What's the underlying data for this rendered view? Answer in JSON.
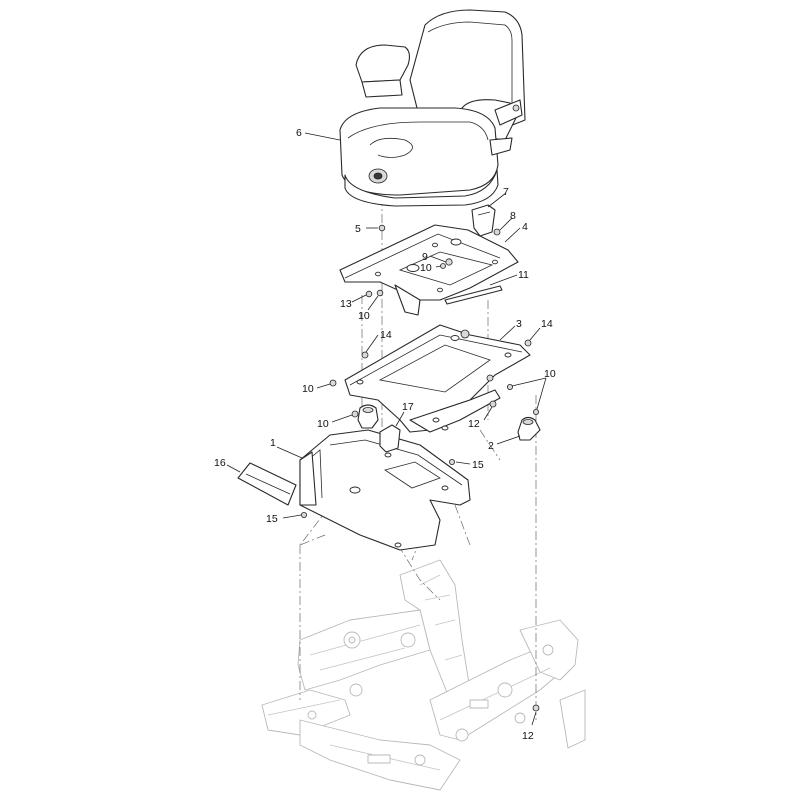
{
  "callouts": [
    {
      "id": "c6",
      "text": "6"
    },
    {
      "id": "c7",
      "text": "7"
    },
    {
      "id": "c8",
      "text": "8"
    },
    {
      "id": "c4",
      "text": "4"
    },
    {
      "id": "c5",
      "text": "5"
    },
    {
      "id": "c9",
      "text": "9"
    },
    {
      "id": "c10a",
      "text": "10"
    },
    {
      "id": "c11",
      "text": "11"
    },
    {
      "id": "c13",
      "text": "13"
    },
    {
      "id": "c10b",
      "text": "10"
    },
    {
      "id": "c3",
      "text": "3"
    },
    {
      "id": "c14a",
      "text": "14"
    },
    {
      "id": "c14b",
      "text": "14"
    },
    {
      "id": "c10c",
      "text": "10"
    },
    {
      "id": "c10d",
      "text": "10"
    },
    {
      "id": "c10e",
      "text": "10"
    },
    {
      "id": "c17",
      "text": "17"
    },
    {
      "id": "c12a",
      "text": "12"
    },
    {
      "id": "c2",
      "text": "2"
    },
    {
      "id": "c1",
      "text": "1"
    },
    {
      "id": "c16",
      "text": "16"
    },
    {
      "id": "c15a",
      "text": "15"
    },
    {
      "id": "c15b",
      "text": "15"
    },
    {
      "id": "c12b",
      "text": "12"
    }
  ]
}
